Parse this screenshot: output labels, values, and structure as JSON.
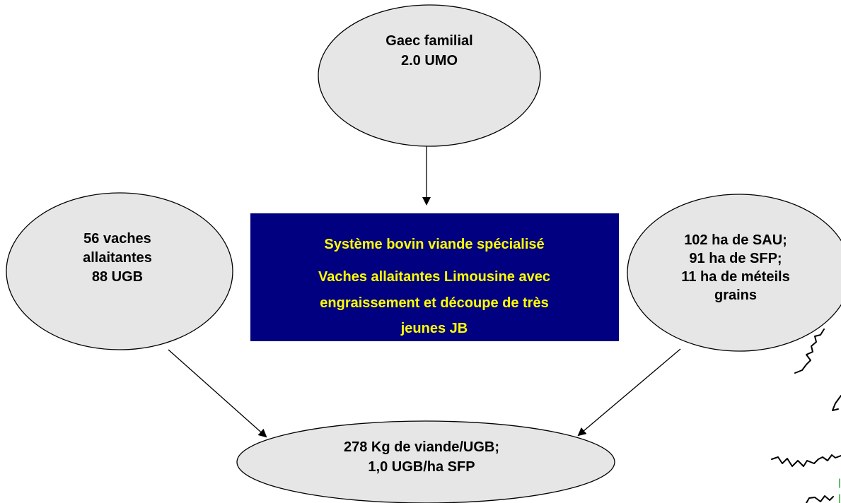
{
  "colors": {
    "ellipse_fill": "#e6e6e6",
    "ellipse_stroke": "#000000",
    "center_box_fill": "#000080",
    "center_text": "#ffff00",
    "connector": "#000000",
    "map_fragment": "#000000",
    "map_fragment_accent": "#2eaa2e"
  },
  "nodes": {
    "top": {
      "line1": "Gaec familial",
      "line2": "2.0 UMO"
    },
    "left": {
      "line1": "56 vaches",
      "line2": "allaitantes",
      "line3": "88 UGB"
    },
    "right": {
      "line1": "102 ha de SAU;",
      "line2": "91 ha de SFP;",
      "line3": "11 ha de méteils",
      "line4": "grains"
    },
    "bottom": {
      "line1": "278 Kg de viande/UGB;",
      "line2": "1,0 UGB/ha SFP"
    }
  },
  "center_box": {
    "title": "Système bovin viande spécialisé",
    "line1": "Vaches allaitantes Limousine avec",
    "line2": "engraissement et découpe de très",
    "line3": "jeunes JB"
  },
  "icons": {
    "map_fragment": "map-fragment-icon"
  }
}
